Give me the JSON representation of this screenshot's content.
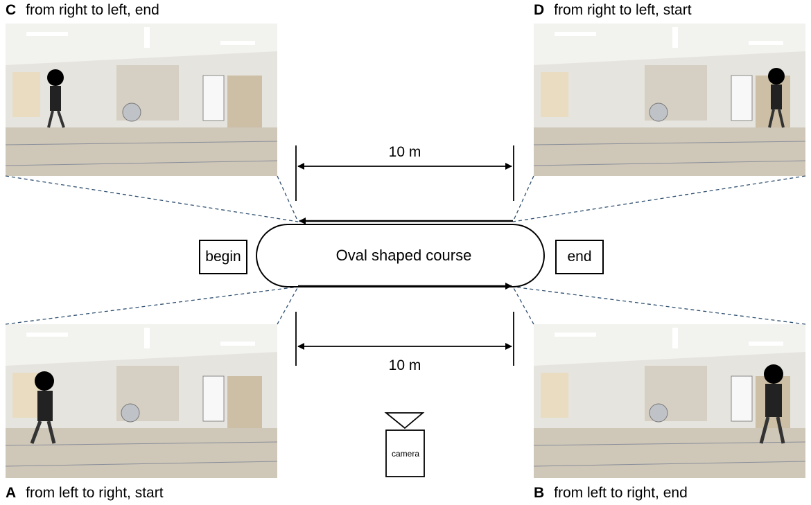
{
  "panels": {
    "c": {
      "letter": "C",
      "caption": "from right to left, end"
    },
    "d": {
      "letter": "D",
      "caption": "from right to left, start"
    },
    "a": {
      "letter": "A",
      "caption": "from left to right, start"
    },
    "b": {
      "letter": "B",
      "caption": "from left to right, end"
    }
  },
  "course": {
    "label": "Oval shaped course",
    "begin_label": "begin",
    "end_label": "end",
    "top_distance": "10 m",
    "bottom_distance": "10 m"
  },
  "camera": {
    "label": "camera"
  },
  "colors": {
    "dashed_lines": "#2f4f6f",
    "photo_floor": "#cfc8bc",
    "photo_wall": "#e4e2dc"
  }
}
